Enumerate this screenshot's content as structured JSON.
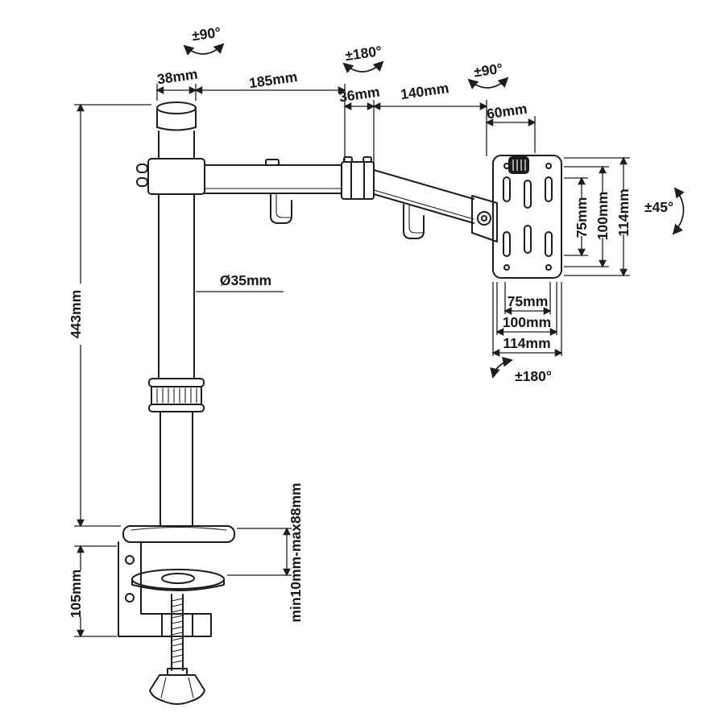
{
  "diagram": {
    "rotations": {
      "top_left": "±90°",
      "top_mid": "±180°",
      "top_right": "±90°",
      "right": "±45°",
      "bottom": "±180°"
    },
    "top_dims": {
      "pole_cap": "38mm",
      "arm_seg1": "185mm",
      "elbow": "36mm",
      "arm_seg2": "140mm",
      "head": "60mm"
    },
    "pole": {
      "diameter": "Ø35mm",
      "height": "443mm"
    },
    "clamp": {
      "bracket_height": "105mm",
      "range": "min10mm-max88mm"
    },
    "vesa": {
      "right": {
        "d75": "75mm",
        "d100": "100mm",
        "d114": "114mm"
      },
      "bottom": {
        "d75": "75mm",
        "d100": "100mm",
        "d114": "114mm"
      }
    }
  }
}
